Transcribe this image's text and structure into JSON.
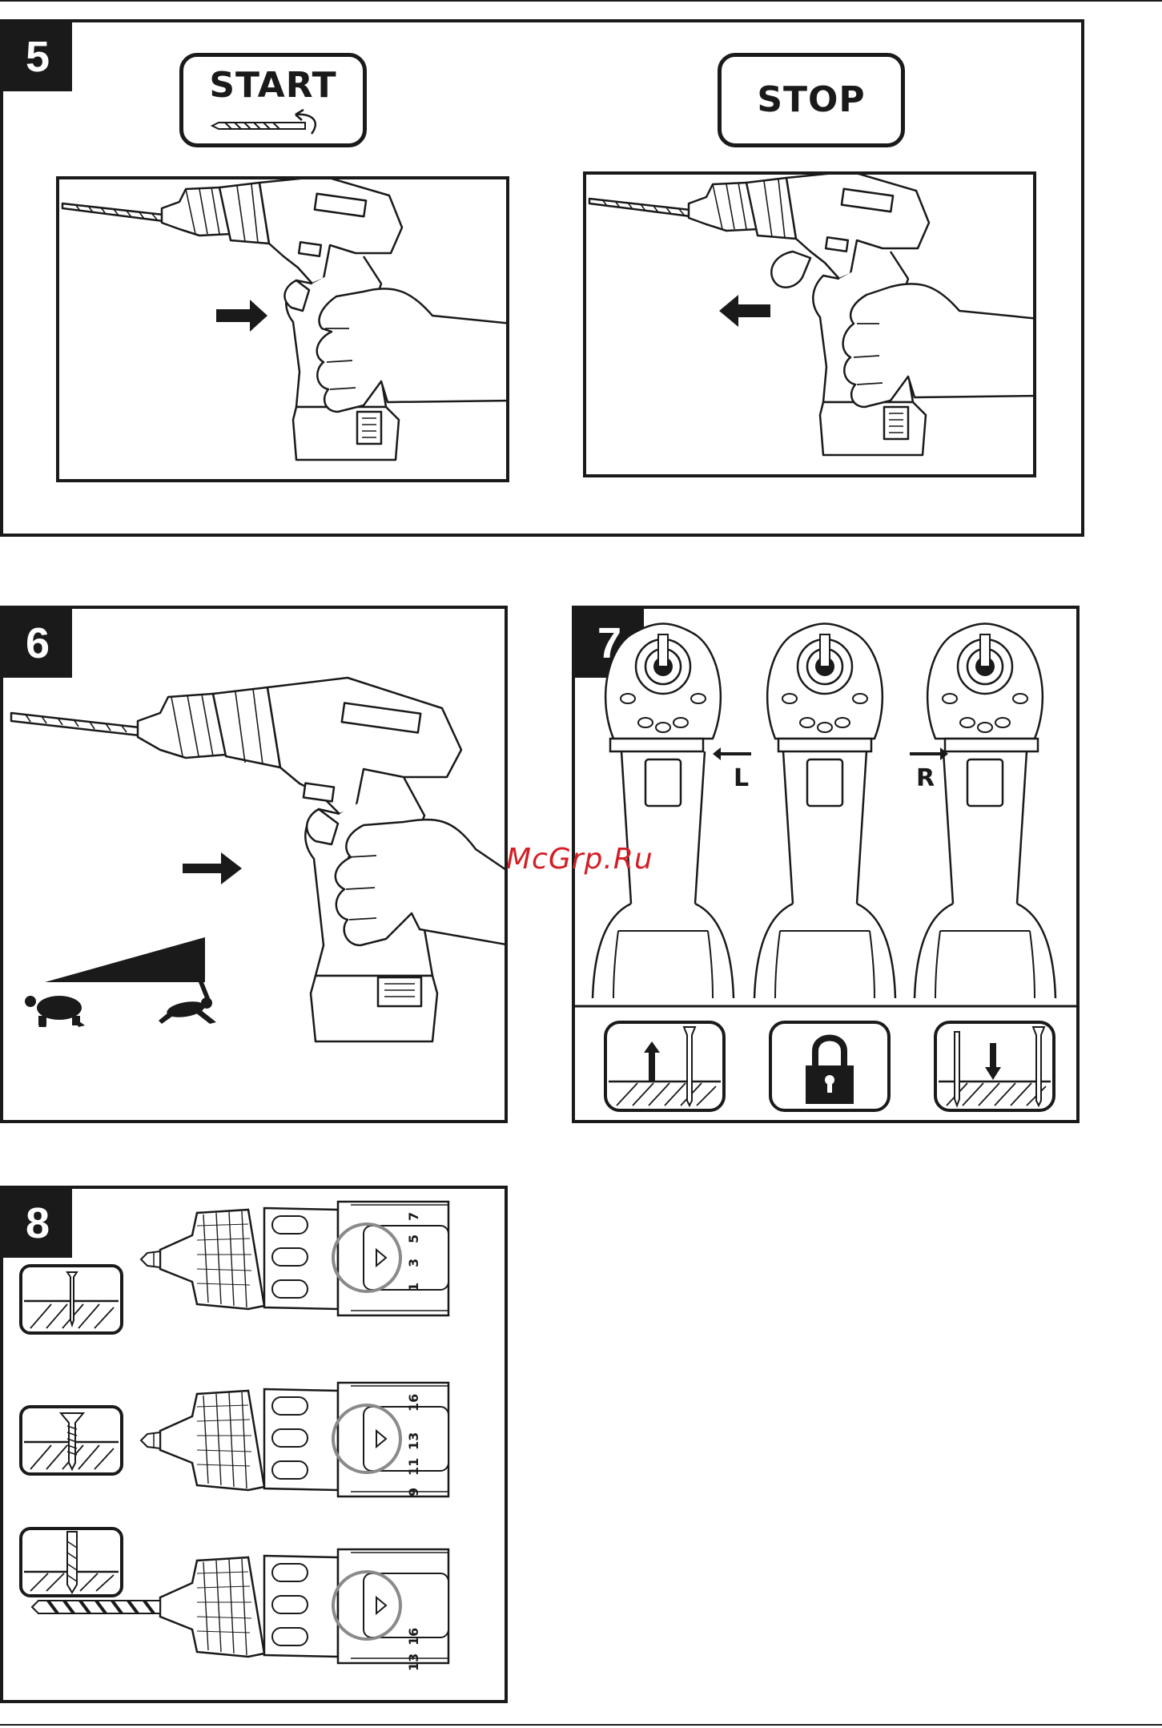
{
  "panels": {
    "p5": {
      "number": "5",
      "start_label": "START",
      "stop_label": "STOP"
    },
    "p6": {
      "number": "6"
    },
    "p7": {
      "number": "7",
      "left_label": "L",
      "right_label": "R"
    },
    "p8": {
      "number": "8",
      "rows": [
        {
          "ticks": [
            "7",
            "5",
            "3",
            "1"
          ]
        },
        {
          "ticks": [
            "16",
            "13",
            "11",
            "9"
          ]
        },
        {
          "ticks": [
            "16",
            "13"
          ]
        }
      ]
    }
  },
  "watermark": "McGrp.Ru",
  "icons": [
    "drill-icon",
    "hand-icon",
    "arrow-icon",
    "turtle-icon",
    "hare-icon",
    "lock-icon",
    "screw-icon",
    "drill-bit-icon",
    "torque-ring-icon"
  ],
  "colors": {
    "ink": "#1a1a1a",
    "watermark": "#d21f26",
    "ring": "#8a8a8a"
  }
}
